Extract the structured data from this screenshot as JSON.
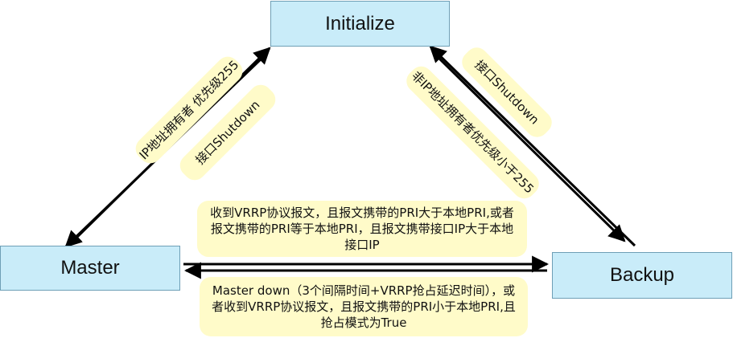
{
  "states": {
    "initialize": "Initialize",
    "master": "Master",
    "backup": "Backup"
  },
  "transitions": {
    "init_to_master_owner": "IP地址拥有者 优先级255",
    "master_to_init_shutdown": "接口Shutdown",
    "init_to_backup_nonowner": "非IP地址拥有者优先级小于255",
    "backup_to_init_shutdown": "接口Shutdown",
    "master_to_backup": "收到VRRP协议报文，且报文携带的PRI大于本地PRI,或者报文携带的PRI等于本地PRI，且报文携带接口IP大于本地接口IP",
    "backup_to_master": "Master down（3个间隔时间+VRRP抢占延迟时间），或者收到VRRP协议报文，且报文携带的PRI小于本地PRI,且抢占模式为True"
  },
  "colors": {
    "state_fill": "#c9ecf9",
    "note_fill": "#fffbc9",
    "arrow": "#000000"
  }
}
